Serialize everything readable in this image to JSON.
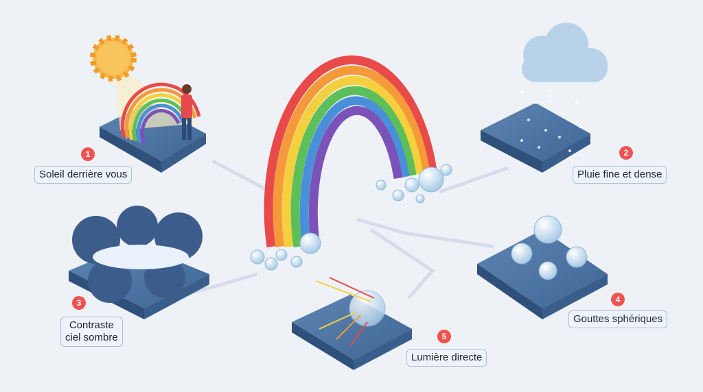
{
  "title": "Conditions pour un arc-en-ciel",
  "steps": [
    {
      "number": "1",
      "label": "Soleil derrière vous"
    },
    {
      "number": "2",
      "label": "Pluie fine et dense"
    },
    {
      "number": "3",
      "label_line1": "Contraste",
      "label_line2": "ciel sombre"
    },
    {
      "number": "4",
      "label": "Gouttes sphériques"
    },
    {
      "number": "5",
      "label": "Lumière directe"
    }
  ],
  "colors": {
    "badge": "#ef5350",
    "platform": "#3f6796",
    "background": "#eef2f7"
  }
}
